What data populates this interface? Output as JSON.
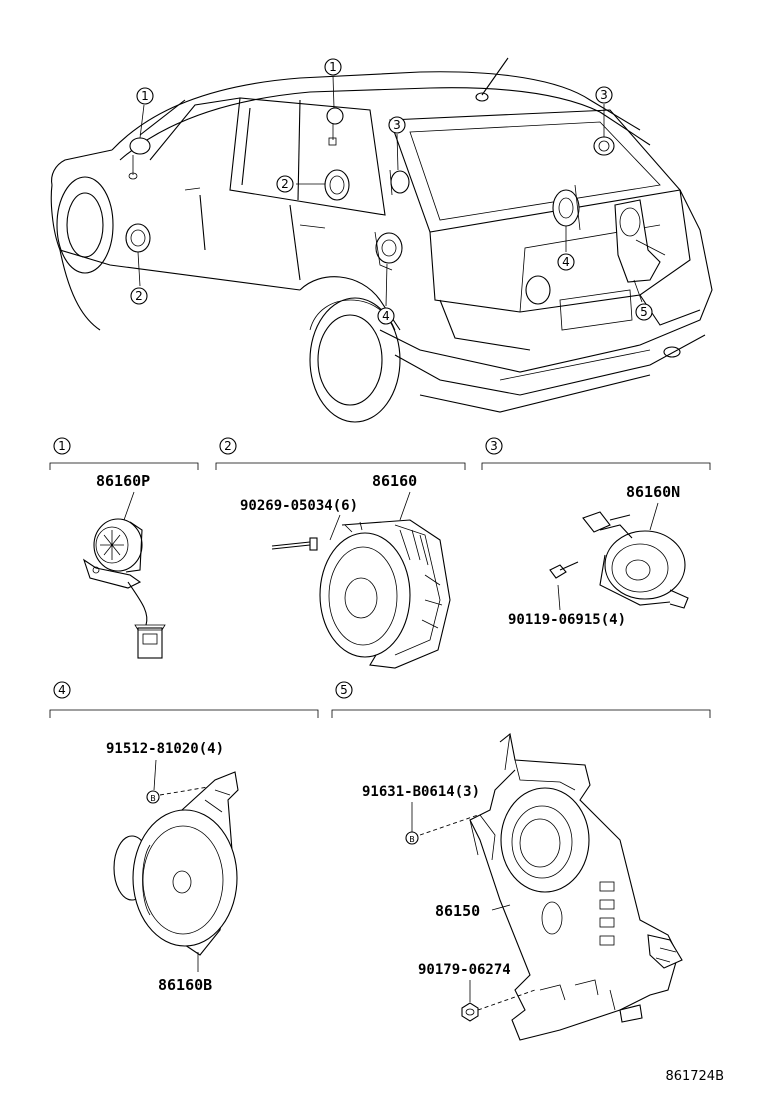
{
  "callouts": {
    "c1": "1",
    "c2": "2",
    "c3": "3",
    "c4": "4",
    "c5": "5"
  },
  "sections": [
    {
      "id": "1",
      "part": "86160P"
    },
    {
      "id": "2",
      "part": "86160",
      "fastener": "90269-05034(6)"
    },
    {
      "id": "3",
      "part": "86160N",
      "fastener": "90119-06915(4)"
    },
    {
      "id": "4",
      "part": "86160B",
      "fastener": "91512-81020(4)"
    },
    {
      "id": "5",
      "part": "86150",
      "fastener": "91631-B0614(3)",
      "fastener2": "90179-06274"
    }
  ],
  "bolt_marker": "B",
  "figure_code": "861724B"
}
